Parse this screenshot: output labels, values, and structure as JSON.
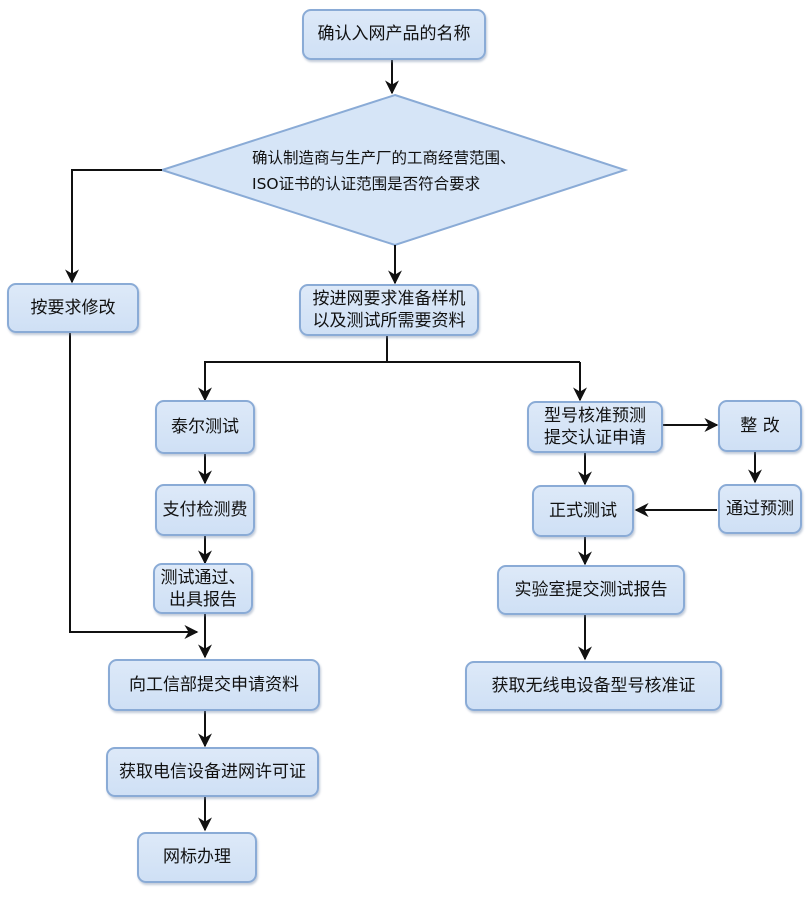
{
  "flowchart": {
    "nodes": {
      "confirm_product_name": "确认入网产品的名称",
      "decision": "确认制造商与生产厂的工商经营范围、\nISO证书的认证范围是否符合要求",
      "modify_as_required": "按要求修改",
      "prepare_samples": "按进网要求准备样机\n以及测试所需要资料",
      "tell_test": "泰尔测试",
      "pay_test_fee": "支付检测费",
      "test_pass_report": "测试通过、\n出具报告",
      "submit_to_miit": "向工信部提交申请资料",
      "get_telecom_license": "获取电信设备进网许可证",
      "network_label": "网标办理",
      "type_approval_pretest": "型号核准预测\n提交认证申请",
      "rectify": "整 改",
      "pass_pretest": "通过预测",
      "formal_test": "正式测试",
      "lab_submit_report": "实验室提交测试报告",
      "get_radio_approval": "获取无线电设备型号核准证"
    },
    "colors": {
      "node_fill": "#d6e5f7",
      "node_border": "#8aabd6",
      "line": "#111111"
    }
  }
}
